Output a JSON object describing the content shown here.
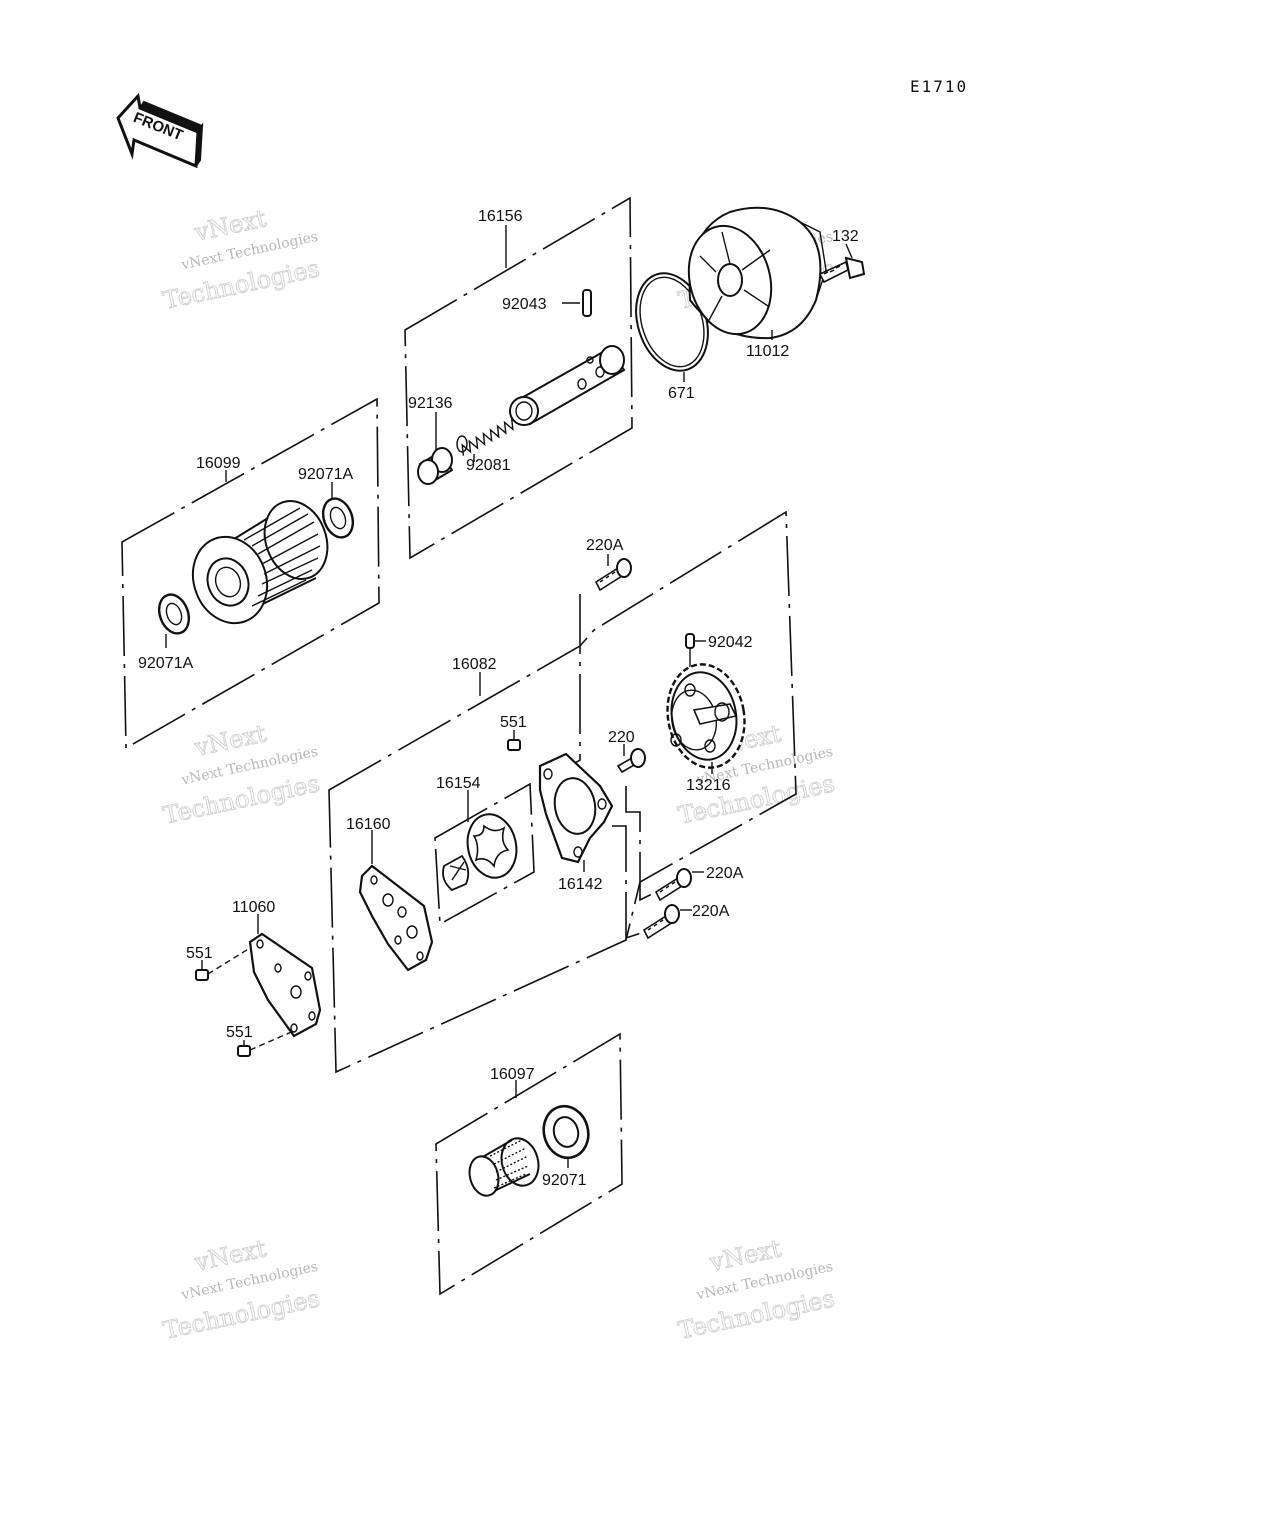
{
  "diagram": {
    "code": "E1710",
    "front_label": "FRONT",
    "labels": {
      "p16156": "16156",
      "p92043": "92043",
      "p132": "132",
      "p11012": "11012",
      "p671": "671",
      "p92136": "92136",
      "p92081": "92081",
      "p16099": "16099",
      "p92071A_top": "92071A",
      "p92071A_bottom": "92071A",
      "p220A_top": "220A",
      "p92042": "92042",
      "p16082": "16082",
      "p551_mid": "551",
      "p220": "220",
      "p13216": "13216",
      "p16154": "16154",
      "p16160": "16160",
      "p16142": "16142",
      "p220A_mid": "220A",
      "p220A_low": "220A",
      "p11060": "11060",
      "p551_left_top": "551",
      "p551_left_bottom": "551",
      "p16097": "16097",
      "p92071": "92071"
    },
    "watermark": {
      "line1": "vNext",
      "line2": "vNext Technologies",
      "line3": "Technologies"
    }
  }
}
